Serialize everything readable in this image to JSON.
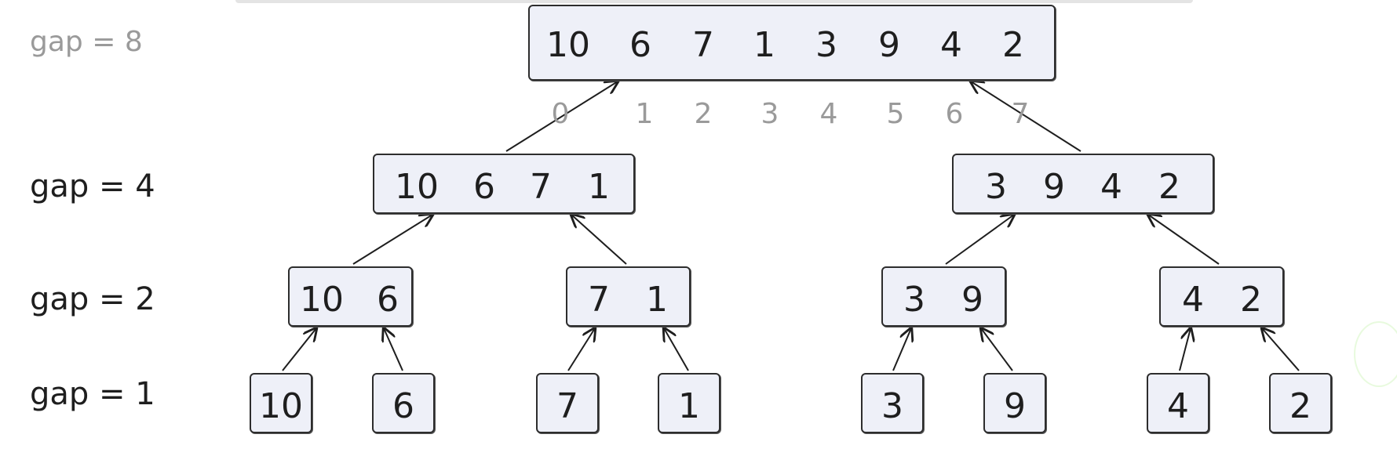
{
  "labels": {
    "gap8": "gap = 8",
    "gap4": "gap = 4",
    "gap2": "gap = 2",
    "gap1": "gap = 1"
  },
  "root": {
    "values": [
      "10",
      "6",
      "7",
      "1",
      "3",
      "9",
      "4",
      "2"
    ],
    "indices": [
      "0",
      "1",
      "2",
      "3",
      "4",
      "5",
      "6",
      "7"
    ]
  },
  "level4": [
    {
      "values": [
        "10",
        "6",
        "7",
        "1"
      ]
    },
    {
      "values": [
        "3",
        "9",
        "4",
        "2"
      ]
    }
  ],
  "level2": [
    {
      "values": [
        "10",
        "6"
      ]
    },
    {
      "values": [
        "7",
        "1"
      ]
    },
    {
      "values": [
        "3",
        "9"
      ]
    },
    {
      "values": [
        "4",
        "2"
      ]
    }
  ],
  "level1": [
    {
      "values": [
        "10"
      ]
    },
    {
      "values": [
        "6"
      ]
    },
    {
      "values": [
        "7"
      ]
    },
    {
      "values": [
        "1"
      ]
    },
    {
      "values": [
        "3"
      ]
    },
    {
      "values": [
        "9"
      ]
    },
    {
      "values": [
        "4"
      ]
    },
    {
      "values": [
        "2"
      ]
    }
  ],
  "colors": {
    "box_fill": "#eef0f8",
    "box_border": "#2d2d2d",
    "text": "#1e1e1e",
    "muted": "#9a9a9a"
  }
}
